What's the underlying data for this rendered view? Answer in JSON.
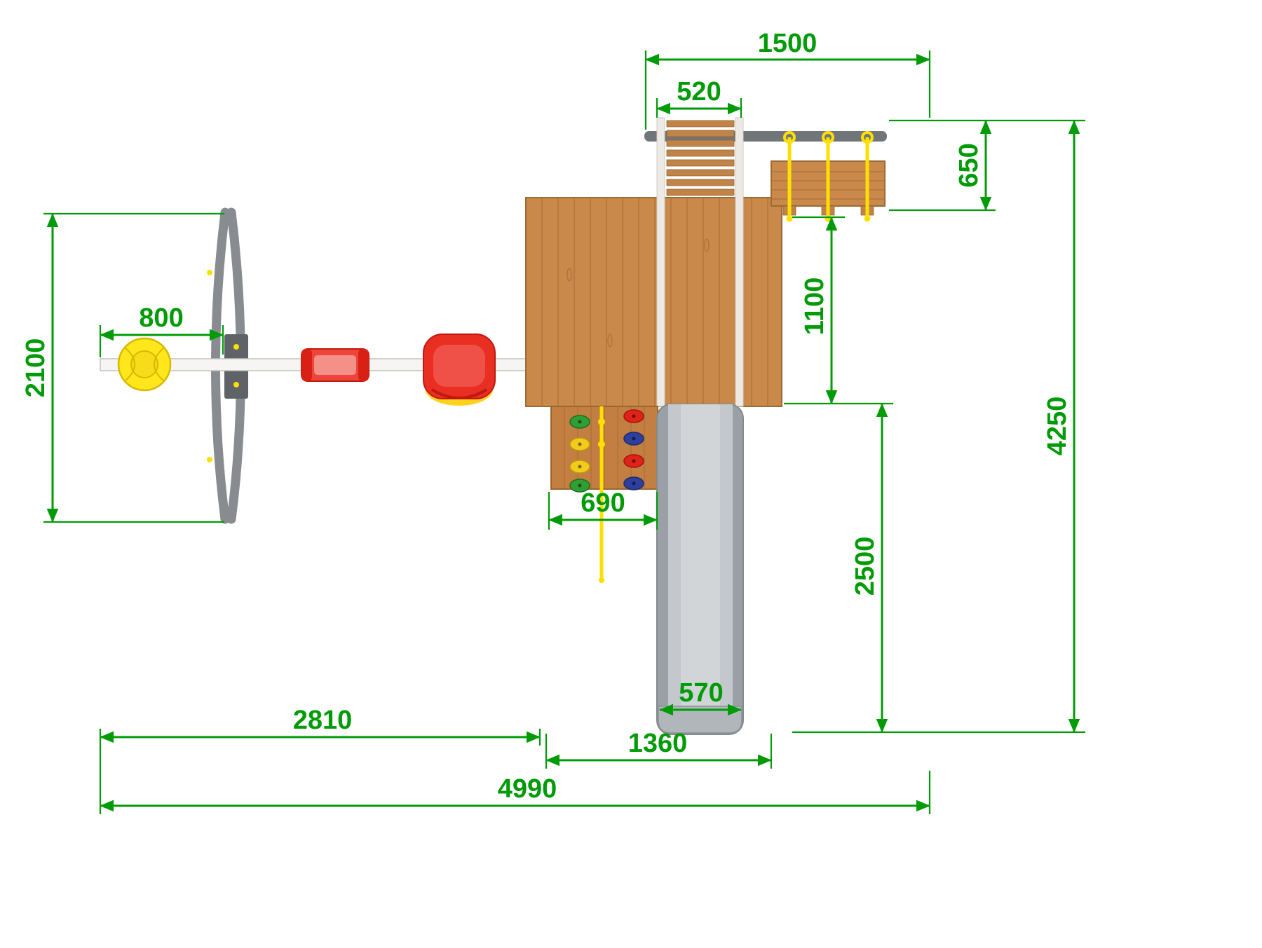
{
  "drawing": {
    "type": "technical-plan-view",
    "subject": "Playground set top view with dimension annotations",
    "units": "mm"
  },
  "colors": {
    "dimension_green": "#009b06",
    "wood": "#c9894b",
    "wood_dark": "#9c6a33",
    "slide_gray": "#9aa0a5",
    "frame_gray": "#888c90",
    "rope_yellow": "#ffdf00",
    "seat_red": "#e82f22",
    "basket_yellow": "#ffe71c"
  },
  "dimensions": {
    "bridge_span": "1500",
    "ladder_width": "520",
    "bridge_depth": "650",
    "swing_frame_depth": "2100",
    "basket_span": "800",
    "platform_to_bridge": "1100",
    "climb_wall_width": "690",
    "slide_length": "2500",
    "overall_depth": "4250",
    "swing_section_width": "2810",
    "tower_section_width": "1360",
    "slide_width": "570",
    "overall_width": "4990"
  }
}
